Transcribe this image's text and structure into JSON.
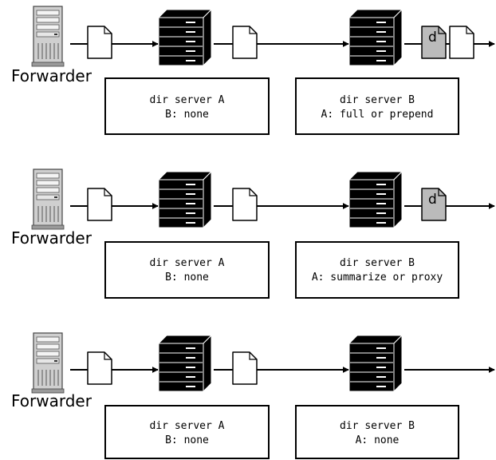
{
  "rows": [
    {
      "forwarder_label": "Forwarder",
      "server_a": {
        "line1": "dir server A",
        "line2": "B: none"
      },
      "server_b": {
        "line1": "dir server B",
        "line2": "A: full or prepend"
      },
      "b_doc_marker": "d",
      "b_docs": [
        "marked-document",
        "document"
      ]
    },
    {
      "forwarder_label": "Forwarder",
      "server_a": {
        "line1": "dir server A",
        "line2": "B: none"
      },
      "server_b": {
        "line1": "dir server B",
        "line2": "A: summarize or proxy"
      },
      "b_doc_marker": "d",
      "b_docs": [
        "marked-document"
      ]
    },
    {
      "forwarder_label": "Forwarder",
      "server_a": {
        "line1": "dir server A",
        "line2": "B: none"
      },
      "server_b": {
        "line1": "dir server B",
        "line2": "A: none"
      },
      "b_doc_marker": "",
      "b_docs": []
    }
  ],
  "colors": {
    "marked_document_fill": "#bbbbbb",
    "document_fill": "#ffffff",
    "server_fill": "#000000",
    "forwarder_fill": "#d4d4d4"
  }
}
